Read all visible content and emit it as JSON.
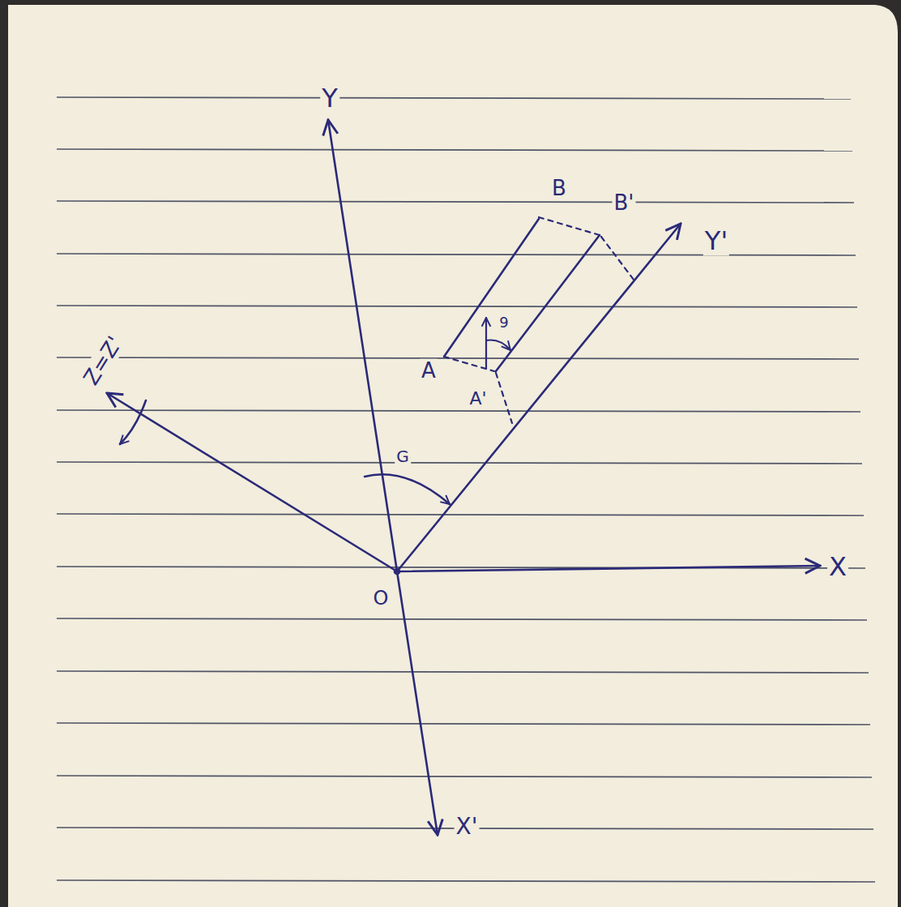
{
  "diagram": {
    "labels": [
      "Y",
      "X",
      "Y'",
      "X'",
      "Z=Z'",
      "O",
      "G",
      "A",
      "B",
      "A'",
      "B'",
      "9"
    ]
  }
}
